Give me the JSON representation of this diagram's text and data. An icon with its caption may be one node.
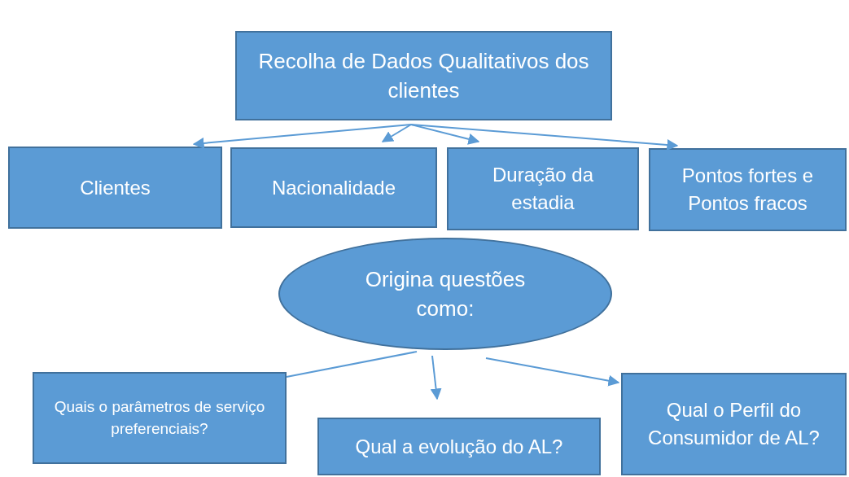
{
  "diagram": {
    "nodes": [
      {
        "text": [
          "Recolha de Dados Qualitativos dos clientes"
        ]
      },
      {
        "text": [
          "Clientes"
        ]
      },
      {
        "text": [
          "Nacionalidade"
        ]
      },
      {
        "text": [
          "Duração da estadia"
        ]
      },
      {
        "text": [
          "Pontos fortes e Pontos fracos"
        ]
      },
      {
        "text": [
          "Origina questões como:"
        ]
      },
      {
        "text": [
          "Quais o parâmetros de serviço preferenciais?"
        ]
      },
      {
        "text": [
          "Qual a evolução do AL?"
        ]
      },
      {
        "text": [
          "Qual o Perfil do Consumidor de AL?"
        ]
      }
    ],
    "edges": [
      {
        "from": 0,
        "to": 1,
        "arrow": "to"
      },
      {
        "from": 0,
        "to": 2,
        "arrow": "to"
      },
      {
        "from": 0,
        "to": 3,
        "arrow": "to"
      },
      {
        "from": 0,
        "to": 4,
        "arrow": "to"
      },
      {
        "from": 5,
        "to": 6,
        "arrow": "none"
      },
      {
        "from": 5,
        "to": 7,
        "arrow": "to"
      },
      {
        "from": 5,
        "to": 8,
        "arrow": "to"
      }
    ]
  }
}
